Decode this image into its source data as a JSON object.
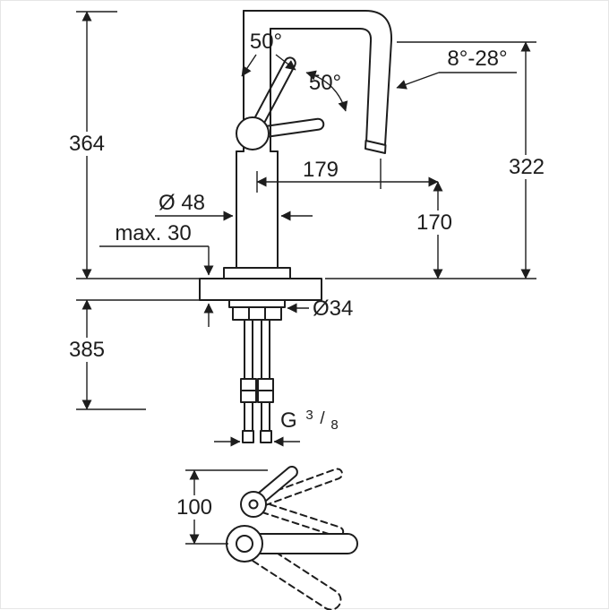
{
  "colors": {
    "background": "#ffffff",
    "line": "#1d1d1d"
  },
  "labels": {
    "total_height": "364",
    "handle_angle_upper": "50°",
    "handle_angle_lower": "50°",
    "spout_tilt_range": "8°-28°",
    "height_to_spout": "322",
    "spout_reach": "179",
    "outlet_height": "170",
    "body_diameter": "Ø 48",
    "max_counter_thickness": "max. 30",
    "hole_diameter": "Ø34",
    "below_counter_length": "385",
    "thread_prefix": "G",
    "thread_numerator": "3",
    "thread_slash": "/",
    "thread_denominator": "8",
    "handle_projection": "100"
  }
}
